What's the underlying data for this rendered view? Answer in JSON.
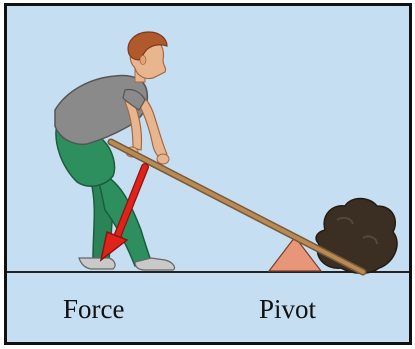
{
  "labels": {
    "force": "Force",
    "pivot": "Pivot"
  },
  "colors": {
    "background": "#c6def2",
    "border": "#111111",
    "ground_line": "#222222",
    "shirt": "#8a8a8a",
    "pants": "#2e8f5e",
    "skin": "#e9b58e",
    "hair": "#b0592c",
    "shoes": "#c9c9c9",
    "lever": "#b78a58",
    "force_arrow": "#e0231a",
    "pivot": "#e8967a",
    "rock": "#3a2f22"
  },
  "icons": {
    "figure": "person-pushing-lever",
    "force": "down-arrow",
    "pivot": "triangle-fulcrum",
    "load": "rock"
  }
}
